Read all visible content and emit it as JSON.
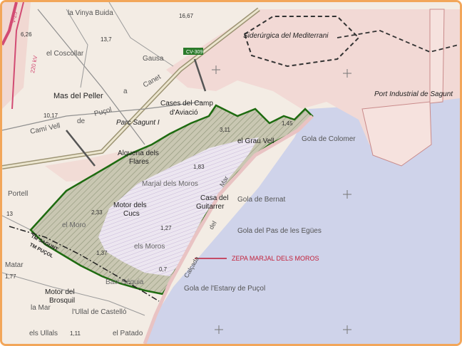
{
  "map": {
    "places": {
      "la_vinya_buida": "la Vinya Buida",
      "el_coscollar": "el Coscollar",
      "gausa": "Gausa",
      "mas_del_peller": "Mas del Peller",
      "canet": "Canet",
      "cami_vell": "Camí Vell",
      "de": "de",
      "pucol": "Puçol",
      "a": "a",
      "cases_camp_1": "Cases del Camp",
      "cases_camp_2": "d'Aviació",
      "parc_sagunt": "Parc Sagunt I",
      "siderurgica": "Siderúrgica del Mediterrani",
      "port_industrial": "Port Industrial de Sagunt",
      "grau_vell": "el Grau Vell",
      "gola_colomer": "Gola de Colomer",
      "alqueria_1": "Alqueria dels",
      "alqueria_2": "Flares",
      "marjal": "Marjal dels Moros",
      "portell": "Portell",
      "motor_cucs_1": "Motor dels",
      "motor_cucs_2": "Cucs",
      "casa_guitarrer_1": "Casa del",
      "casa_guitarrer_2": "Guitarrer",
      "gola_bernat": "Gola de Bernat",
      "gola_pas": "Gola del Pas de les Egües",
      "el_moro": "el Moro",
      "els_moros": "els Moros",
      "calcada": "Calçada",
      "del": "del",
      "mar": "Mar",
      "zepa": "ZEPA MARJAL DELS MOROS",
      "tm_sagunt": "TM SAGUNT",
      "tm_pucol": "TM PUÇOL",
      "baix_sequia": "Baix Séquia",
      "gola_estany": "Gola de l'Estany de Puçol",
      "matar": "Matar",
      "motor_brosquil_1": "Motor del",
      "motor_brosquil_2": "Brosquil",
      "lo_mar": "la Mar",
      "ullal_castello": "l'Ullal de Castelló",
      "els_ullals": "els Ullals",
      "el_patado": "el Patado",
      "road_cv": "CV-309",
      "road_220": "220 kV",
      "road_v23": "V-23"
    },
    "elevations": {
      "e1": "6,26",
      "e2": "13,7",
      "e3": "16,67",
      "e4": "10,17",
      "e5": "3,11",
      "e6": "1,45",
      "e7": "1,83",
      "e8": "2,33",
      "e9": "1,27",
      "e10": "1,37",
      "e11": "0,7",
      "e12": "13",
      "e13": "1,77",
      "e14": "1,11"
    },
    "colors": {
      "land": "#f3ece4",
      "sea": "#cfd3ea",
      "urban": "#f2d9d5",
      "protected_boundary": "#1e6b10",
      "frame": "#f2a65a",
      "zepa_label": "#c2203a"
    }
  }
}
